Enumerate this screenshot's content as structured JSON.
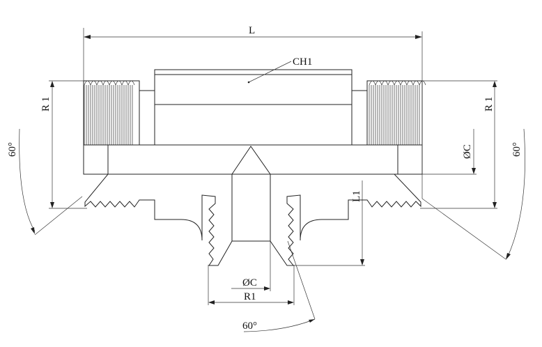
{
  "drawing": {
    "title": "Tee fitting cross-section",
    "labels": {
      "length": "L",
      "chamfer": "CH1",
      "thread_left": "R 1",
      "thread_right": "R 1",
      "bore_right": "ØC",
      "angle_left": "60°",
      "angle_right": "60°",
      "branch_length": "L1",
      "bore_bottom": "ØC",
      "thread_bottom": "R1",
      "angle_bottom": "60°"
    },
    "colors": {
      "line": "#222222",
      "background": "#ffffff"
    }
  }
}
